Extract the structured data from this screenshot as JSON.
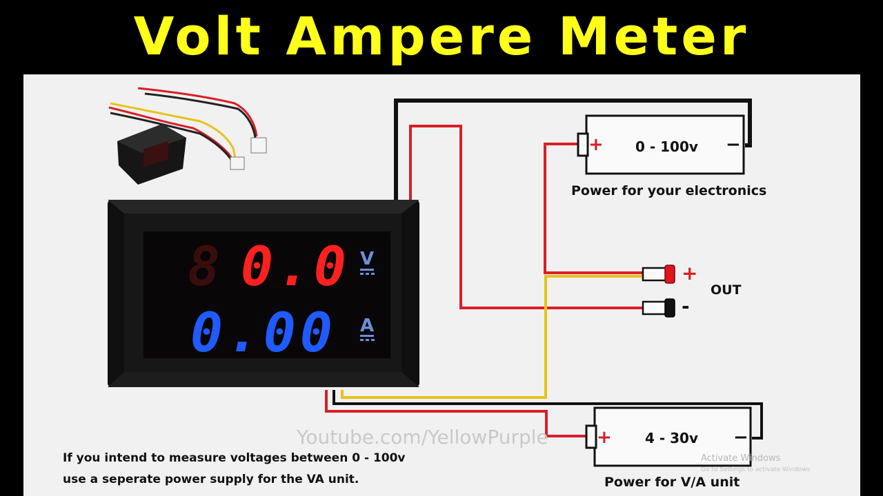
{
  "title": "Volt Ampere Meter",
  "meter": {
    "volt_reading": "0.0",
    "amp_reading": "0.00",
    "volt_unit": "V",
    "amp_unit": "A"
  },
  "battery_top": {
    "label": "0 - 100v",
    "plus": "+",
    "minus": "−",
    "caption": "Power for your electronics"
  },
  "out_terminals": {
    "label": "OUT",
    "plus": "+",
    "minus": "-"
  },
  "battery_bottom": {
    "label": "4 - 30v",
    "plus": "+",
    "minus": "−",
    "caption": "Power  for V/A unit"
  },
  "note": {
    "line1": "If you intend to measure voltages between 0 - 100v",
    "line2": "use a seperate power supply for the VA unit."
  },
  "watermark": "Youtube.com/YellowPurple",
  "activation": {
    "line1": "Activate Windows",
    "line2": "Go to Settings to activate Windows"
  },
  "colors": {
    "title_yellow": "#ffff1a",
    "wire_red": "#d81f26",
    "wire_black": "#111111",
    "wire_yellow": "#e8c21a",
    "segment_red": "#ff2020",
    "segment_blue": "#1f5bff"
  }
}
